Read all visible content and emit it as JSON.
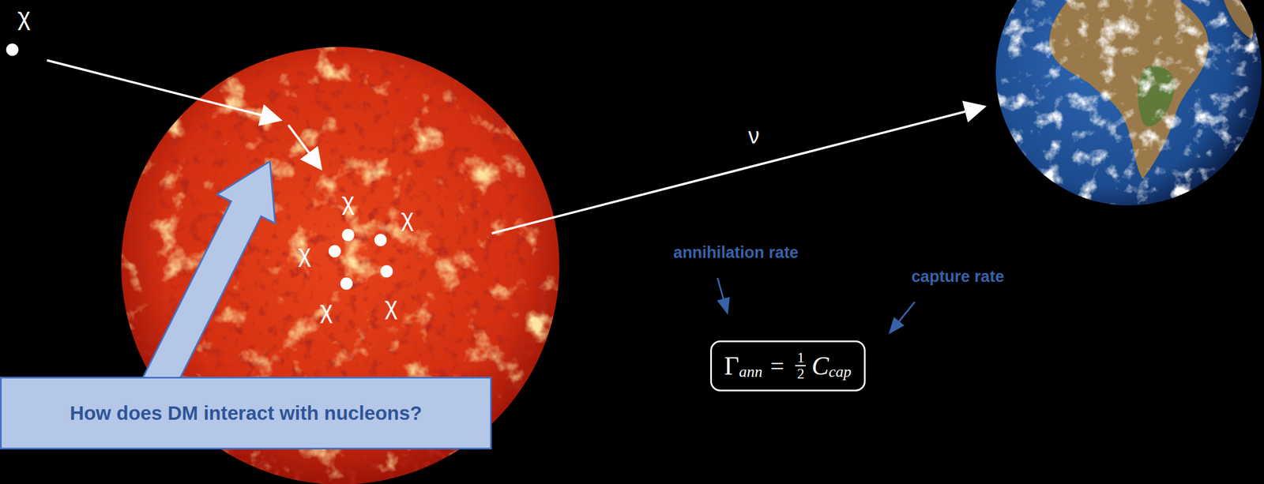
{
  "diagram": {
    "nodes": [
      {
        "text": [
          "How does DM interact with nucleons?"
        ]
      },
      {
        "text": [
          "Γ",
          "ann",
          "=",
          "1",
          "2",
          "C",
          "cap"
        ]
      }
    ],
    "labels": [
      "χ",
      "χ",
      "χ",
      "χ",
      "χ",
      "χ",
      "ν",
      "annihilation rate",
      "capture rate"
    ]
  }
}
